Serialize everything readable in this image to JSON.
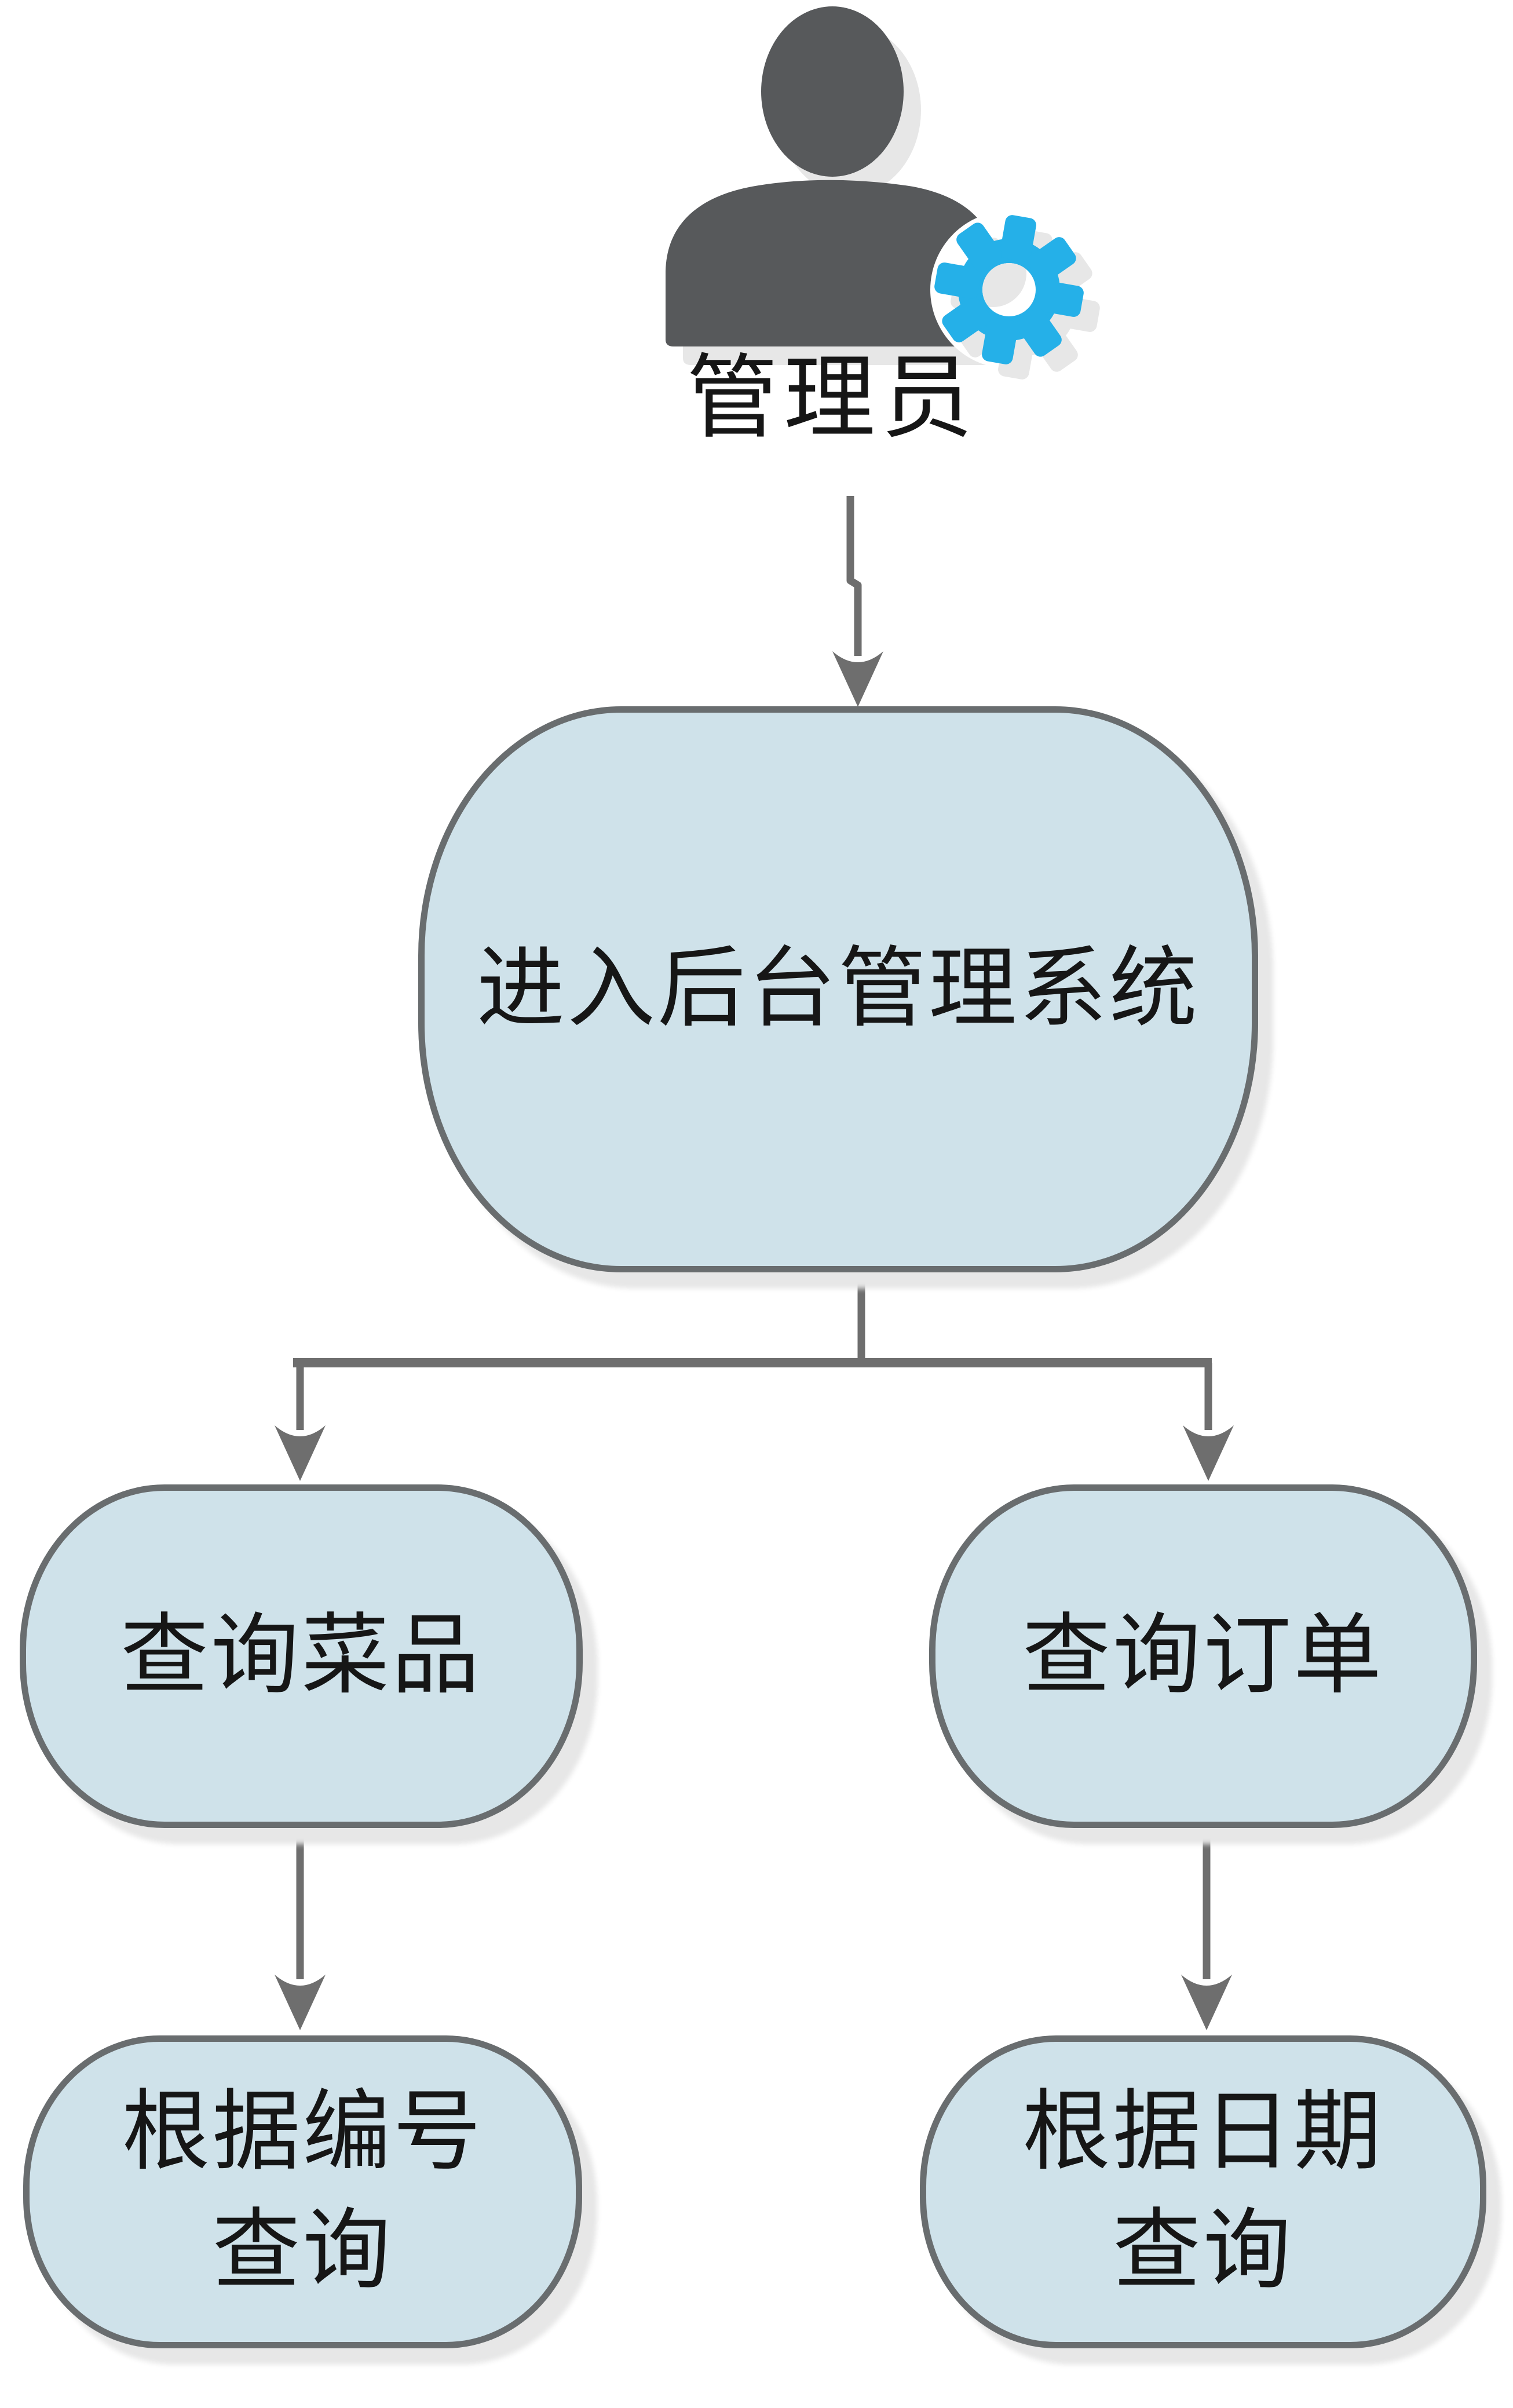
{
  "diagram": {
    "actor": {
      "label": "管理员",
      "icon": "admin-user-gear-icon"
    },
    "nodes": [
      {
        "id": "enter-admin-system",
        "label": "进入后台管理系统"
      },
      {
        "id": "query-dishes",
        "label": "查询菜品"
      },
      {
        "id": "query-orders",
        "label": "查询订单"
      },
      {
        "id": "query-by-number",
        "label": "根据编号\n查询"
      },
      {
        "id": "query-by-date",
        "label": "根据日期\n查询"
      }
    ],
    "edges": [
      {
        "from": "actor",
        "to": "enter-admin-system"
      },
      {
        "from": "enter-admin-system",
        "to": "query-dishes"
      },
      {
        "from": "enter-admin-system",
        "to": "query-orders"
      },
      {
        "from": "query-dishes",
        "to": "query-by-number"
      },
      {
        "from": "query-orders",
        "to": "query-by-date"
      }
    ],
    "colors": {
      "background": "#ffffff",
      "node_fill": "#cfe2ea",
      "node_border": "#696d6f",
      "connector": "#6e6e6e",
      "text": "#161616",
      "actor_body": "#57595b",
      "gear": "#25b0e8",
      "shadow": "#e7e7e7"
    }
  }
}
